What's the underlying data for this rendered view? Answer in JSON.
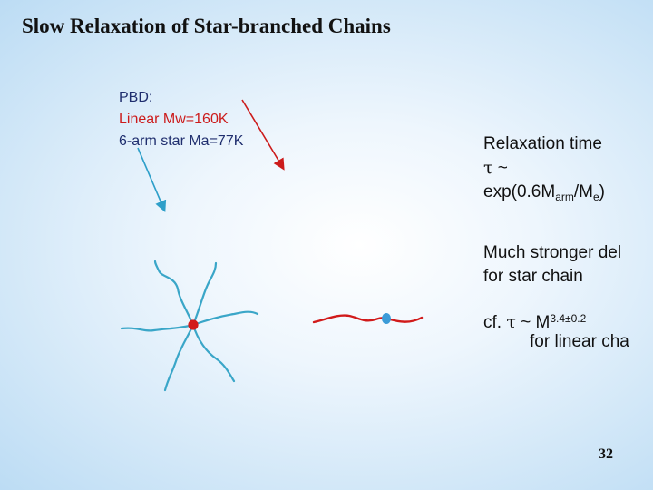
{
  "slide": {
    "title": "Slow Relaxation of Star-branched Chains",
    "pbd": {
      "heading": "PBD:",
      "linear": "Linear Mw=160K",
      "star": "6-arm star Ma=77K"
    },
    "relaxation": {
      "line1": "Relaxation time",
      "tau": "τ",
      "tilde": "~",
      "exp_prefix": "exp(0.6M",
      "arm_sub": "arm",
      "slash_m": "/M",
      "e_sub": "e",
      "close": ")"
    },
    "stronger": {
      "line1": "Much stronger del",
      "line2": "for star chain"
    },
    "cf": {
      "prefix": "cf.",
      "tau": "τ",
      "rest": "~ M",
      "exponent": "3.4±0.2",
      "line2": "for linear cha"
    },
    "page_number": "32",
    "colors": {
      "star_chain": "#3aa6c8",
      "linear_chain": "#d11a1a",
      "arrow_blue": "#2e9fc9",
      "arrow_red": "#cc1b1b",
      "center_dot": "#d21a1a",
      "end_dot": "#3b9bd8"
    }
  }
}
